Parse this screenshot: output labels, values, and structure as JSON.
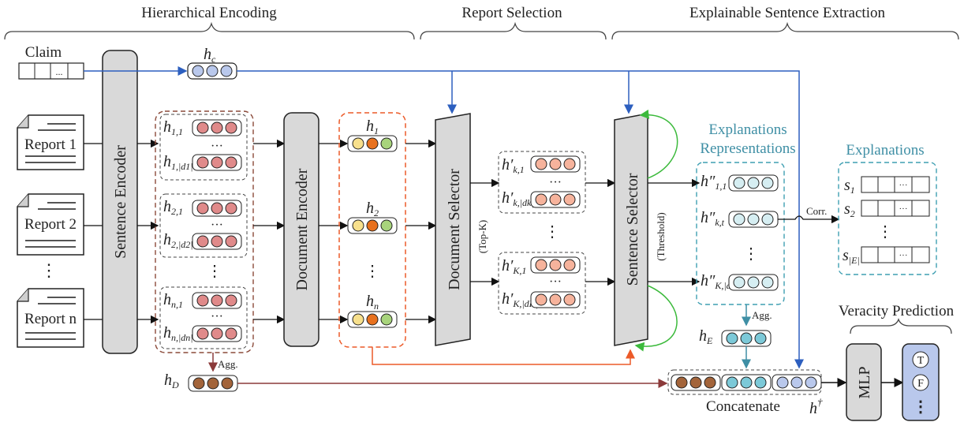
{
  "sections": {
    "hierarchical": "Hierarchical Encoding",
    "report_selection": "Report Selection",
    "explainable": "Explainable  Sentence Extraction",
    "veracity": "Veracity Prediction"
  },
  "claim": {
    "label": "Claim",
    "cell_dots": "..."
  },
  "reports": [
    {
      "label": "Report 1"
    },
    {
      "label": "Report 2"
    },
    {
      "label": "Report n"
    }
  ],
  "reports_ellipsis": "⋮",
  "encoders": {
    "sentence": "Sentence Encoder",
    "document": "Document Encoder"
  },
  "selectors": {
    "document": "Document Selector",
    "sentence": "Sentence Selector",
    "topk": "(Top-K)",
    "threshold": "(Threshold)"
  },
  "math": {
    "hc": "h",
    "hc_sub": "c",
    "s11_sub": "1,1",
    "s1d_sub": "1,|d1|",
    "s21_sub": "2,1",
    "s2d_sub": "2,|d2|",
    "sn1_sub": "n,1",
    "snd_sub": "n,|dn|",
    "h1_sub": "1",
    "h2_sub": "2",
    "hn_sub": "n",
    "hk1_sub": "k,1",
    "hkd_sub": "k,|dk|",
    "hK1_sub": "K,1",
    "hKd_sub": "K,|dK|",
    "e11_sub": "1,1",
    "ekt_sub": "k,t",
    "eK_sub": "K,|dK|",
    "hD_sub": "D",
    "hE_sub": "E",
    "hdagger": "†",
    "s": "s",
    "s1_sub": "1",
    "s2_sub": "2",
    "sE_sub": "|E|"
  },
  "ellipsis_h": "···",
  "ellipsis_v": "⋮",
  "explanations_repr": {
    "line1": "Explanations",
    "line2": "Representations"
  },
  "explanations": {
    "title": "Explanations",
    "cell_dots": "···"
  },
  "agg_label": "Agg.",
  "corr_label": "Corr.",
  "concatenate_label": "Concatenate",
  "mlp_label": "MLP",
  "outputs": {
    "t": "T",
    "f": "F",
    "more": "⋮"
  },
  "colors": {
    "claim_blue": "#b9c8ec",
    "sent_red": "#e08a8a",
    "doc_yellow": "#f7e08c",
    "doc_orange": "#e8711e",
    "doc_green": "#a8d47c",
    "sel_salmon": "#f6b39c",
    "expl_light": "#d6eef2",
    "he_teal": "#7cc9d8",
    "hd_brown": "#a3643a",
    "arrow_blue": "#2d5fbf",
    "arrow_brown": "#8b3a3a",
    "arrow_orange": "#ec5a28",
    "arrow_green": "#3cba3c",
    "arrow_teal": "#3f8fa5",
    "dashed_brown": "#8b4a3a",
    "dashed_orange": "#ec5a28",
    "dashed_teal": "#3f9fb2"
  }
}
